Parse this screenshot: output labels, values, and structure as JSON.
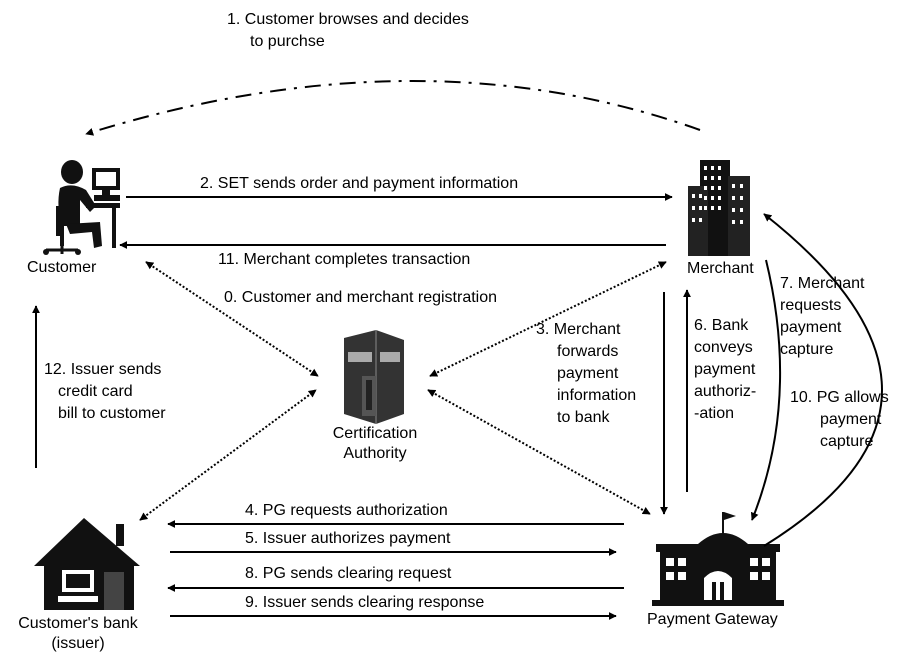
{
  "nodes": {
    "customer": "Customer",
    "merchant": "Merchant",
    "ca_line1": "Certification",
    "ca_line2": "Authority",
    "bank_line1": "Customer's bank",
    "bank_line2": "(issuer)",
    "gateway": "Payment Gateway"
  },
  "steps": {
    "s0": "0. Customer and merchant registration",
    "s1a": "1. Customer browses and decides",
    "s1b": "to purchse",
    "s2": "2. SET sends order and payment information",
    "s3a": "3. Merchant",
    "s3b": "forwards",
    "s3c": "payment",
    "s3d": "information",
    "s3e": "to bank",
    "s4": "4. PG requests authorization",
    "s5": "5. Issuer authorizes payment",
    "s6a": "6. Bank",
    "s6b": "conveys",
    "s6c": "payment",
    "s6d": "authoriz-",
    "s6e": "-ation",
    "s7a": "7. Merchant",
    "s7b": "requests",
    "s7c": "payment",
    "s7d": "capture",
    "s8": "8. PG sends clearing request",
    "s9": "9. Issuer sends clearing response",
    "s10a": "10. PG allows",
    "s10b": "payment",
    "s10c": "capture",
    "s11": "11. Merchant completes transaction",
    "s12a": "12. Issuer sends",
    "s12b": "credit card",
    "s12c": "bill to customer"
  }
}
